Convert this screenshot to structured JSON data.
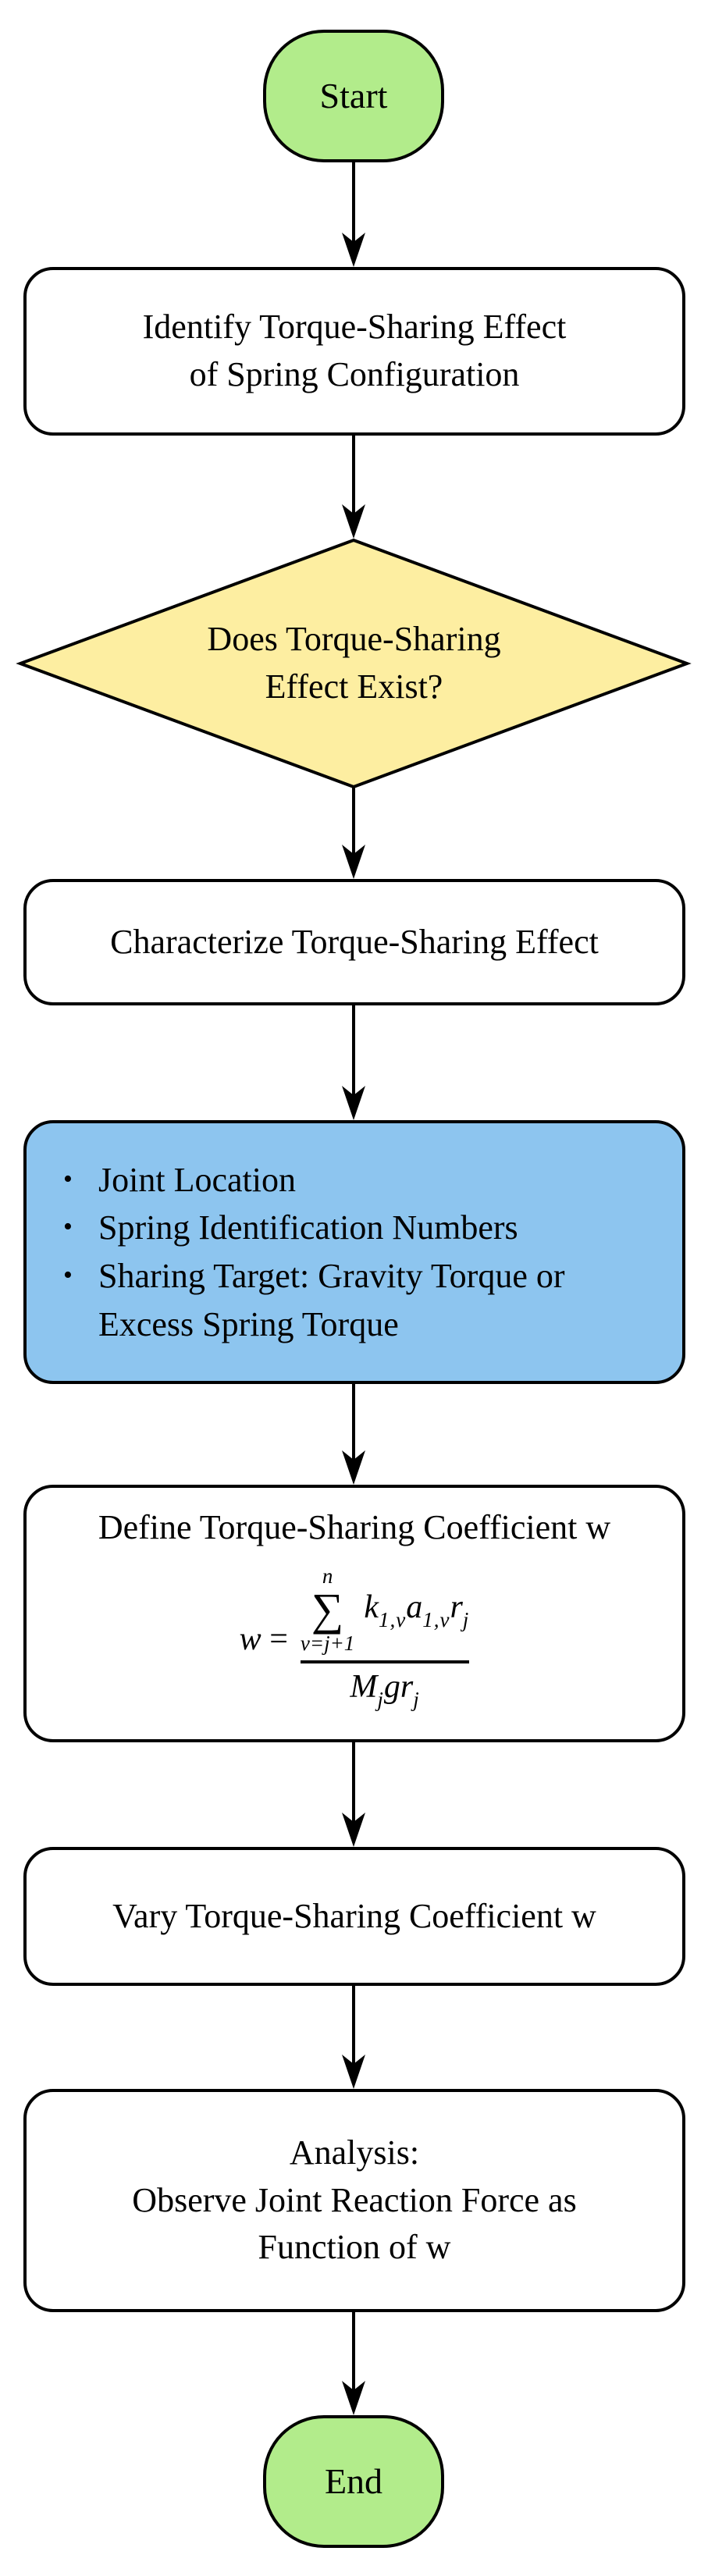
{
  "colors": {
    "terminal_fill": "#B2EC8B",
    "decision_fill": "#FDEEA1",
    "highlight_fill": "#8DC5EF",
    "process_fill": "#FFFFFF",
    "stroke": "#000000",
    "text": "#000000"
  },
  "flowchart": {
    "start": {
      "label": "Start"
    },
    "identify_box": {
      "text": "Identify Torque-Sharing Effect\nof Spring Configuration"
    },
    "decision": {
      "text": "Does Torque-Sharing\nEffect Exist?"
    },
    "characterize_box": {
      "text": "Characterize Torque-Sharing Effect"
    },
    "parameters_box": {
      "bullet": "•",
      "items": [
        "Joint Location",
        "Spring Identification Numbers",
        "Sharing Target: Gravity Torque or\nExcess Spring Torque"
      ]
    },
    "define_box": {
      "title": "Define Torque-Sharing Coefficient w",
      "formula": {
        "lhs_var": "w",
        "equals": "=",
        "sum_upper": "n",
        "sum_sign": "∑",
        "sum_lower": "v=j+1",
        "num_k": "k",
        "num_k_sub": "1,v",
        "num_a": "a",
        "num_a_sub": "1,v",
        "num_r": "r",
        "num_r_sub": "j",
        "den_m": "M",
        "den_m_sub": "j",
        "den_g": "g",
        "den_r": "r",
        "den_r_sub": "j"
      }
    },
    "vary_box": {
      "text": "Vary Torque-Sharing Coefficient w"
    },
    "analysis_box": {
      "text": "Analysis:\nObserve Joint Reaction Force as\nFunction of w"
    },
    "end": {
      "label": "End"
    }
  }
}
